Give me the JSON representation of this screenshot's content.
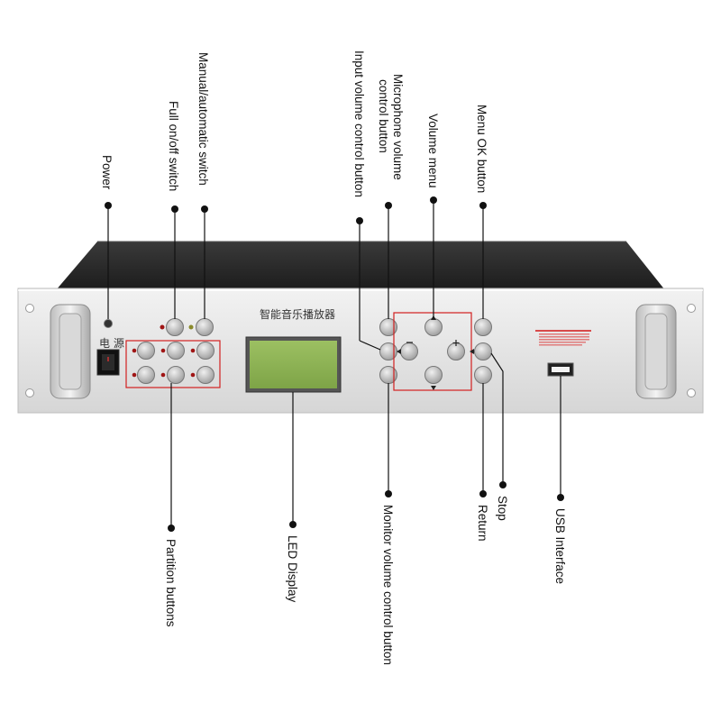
{
  "device": {
    "title": "智能音乐播放器",
    "power_switch_label": "电 源"
  },
  "callouts": {
    "power": "Power",
    "full_switch": "Full on/off switch",
    "manual_auto": "Manual/automatic switch",
    "input_volume": "Input volume control button",
    "mic_volume_line1": "Microphone volume",
    "mic_volume_line2": "control  button",
    "volume_menu": "Volume menu",
    "menu_ok": "Menu OK button",
    "partition": "Partition buttons",
    "led_display": "LED Display",
    "monitor_volume": "Monitor volume control button",
    "return": "Return",
    "stop": "Stop",
    "usb": "USB Interface"
  }
}
